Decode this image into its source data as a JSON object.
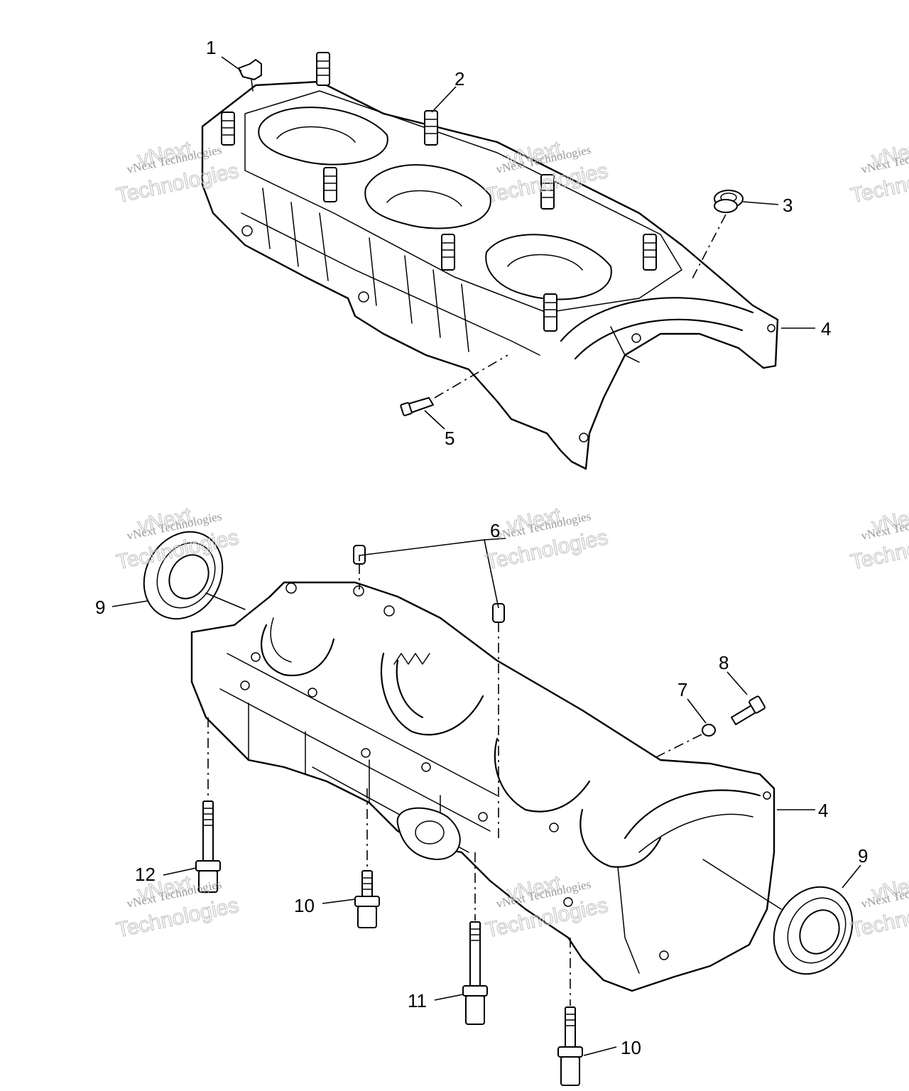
{
  "diagram": {
    "callouts": [
      "1",
      "2",
      "3",
      "4",
      "5",
      "6",
      "7",
      "8",
      "9",
      "10",
      "11",
      "12"
    ],
    "callouts_repeated": {
      "4": "4",
      "9": "9",
      "10": "10"
    }
  },
  "watermark": {
    "line1": "vNext Technologies",
    "line2": "vNext",
    "line3": "Technologies"
  },
  "colors": {
    "ink": "#000000",
    "paper": "#ffffff",
    "watermark": "#b0b0b0"
  }
}
